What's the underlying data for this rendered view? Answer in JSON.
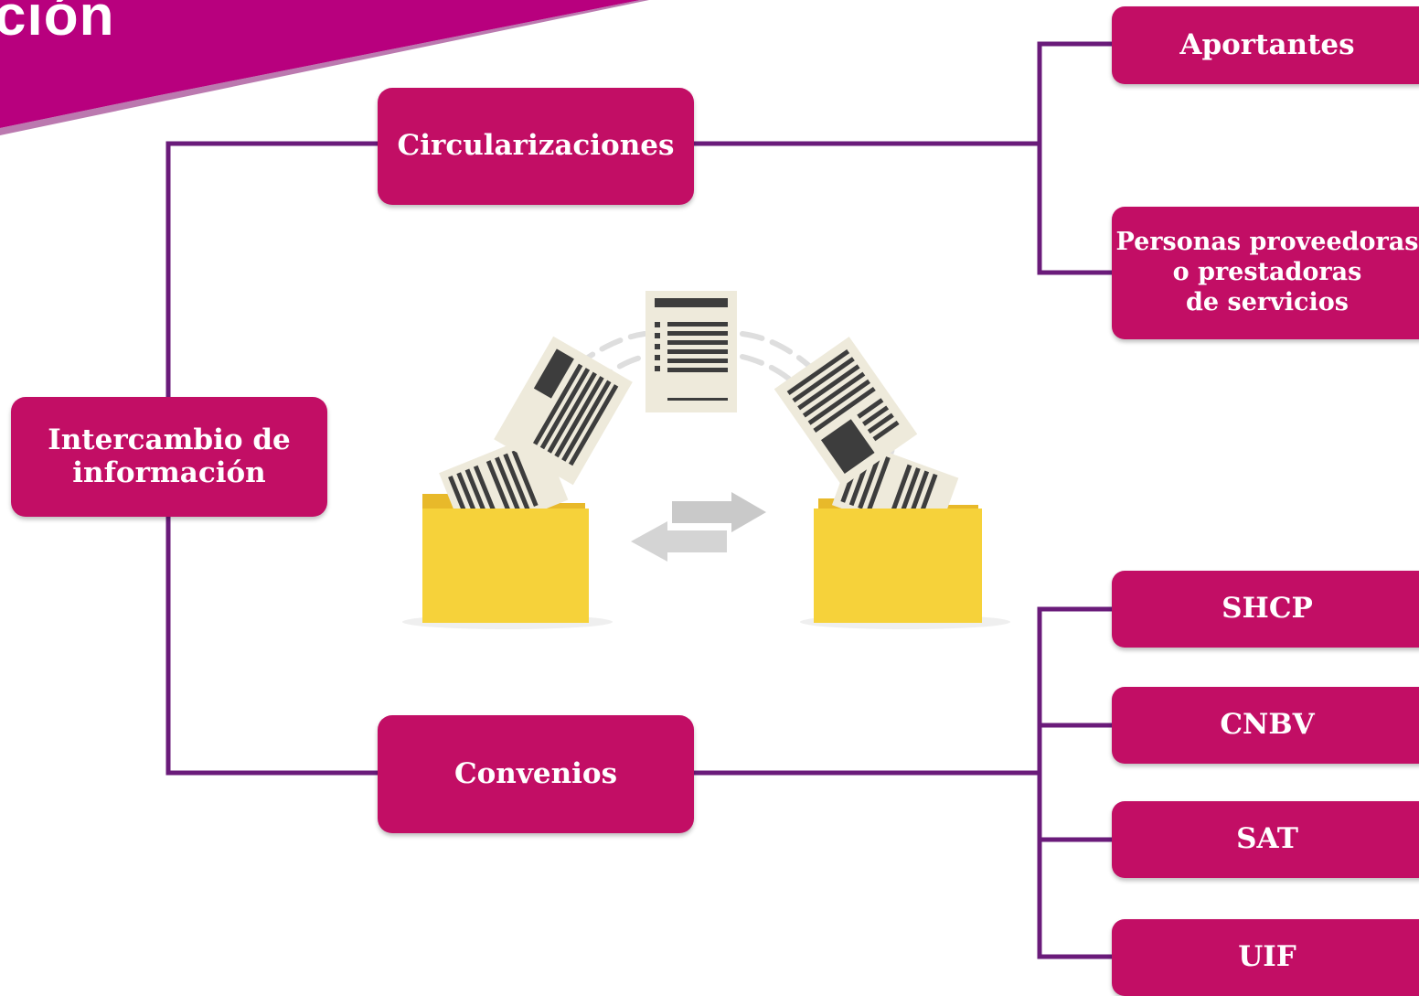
{
  "header": {
    "banner_text": "ción"
  },
  "colors": {
    "node_fill": "#c20e65",
    "connector": "#6a1b7a",
    "banner": "#b8007e",
    "folder": "#f6d23a",
    "document": "#eeeadb",
    "arrow": "#c8c8c8"
  },
  "nodes": {
    "intercambio": "Intercambio de\ninformación",
    "circularizaciones": "Circularizaciones",
    "convenios": "Convenios",
    "aportantes": "Aportantes",
    "personas": "Personas proveedoras\no prestadoras\nde servicios",
    "shcp": "SHCP",
    "cnbv": "CNBV",
    "sat": "SAT",
    "uif": "UIF"
  }
}
